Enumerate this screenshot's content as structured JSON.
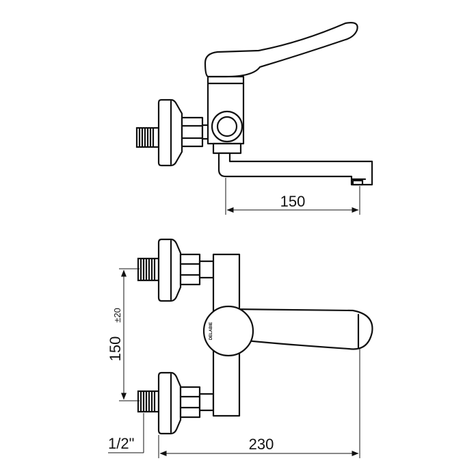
{
  "dimensions": {
    "spout_reach": "150",
    "inlet_spacing": "150",
    "inlet_tolerance": "±20",
    "overall_width": "230",
    "thread_size": "1/2\""
  },
  "brand": {
    "logo_text": "DELABIE"
  }
}
